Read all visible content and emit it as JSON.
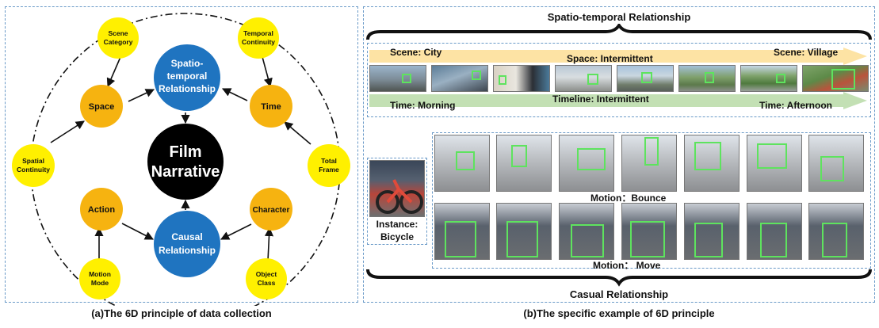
{
  "panel_a": {
    "caption": "(a)The 6D principle of data collection",
    "center": [
      "Film",
      "Narrative"
    ],
    "spatio": [
      "Spatio-",
      "temporal",
      "Relationship"
    ],
    "causal": [
      "Causal",
      "Relationship"
    ],
    "space": "Space",
    "time": "Time",
    "action": "Action",
    "character": "Character",
    "scene_category": [
      "Scene",
      "Category"
    ],
    "temporal_continuity": [
      "Temporal",
      "Continuity"
    ],
    "spatial_continuity": [
      "Spatial",
      "Continuity"
    ],
    "total_frame": [
      "Total",
      "Frame"
    ],
    "motion_mode": [
      "Motion",
      "Mode"
    ],
    "object_class": [
      "Object",
      "Class"
    ]
  },
  "panel_b": {
    "caption": "(b)The specific example of 6D principle",
    "top_title": "Spatio-temporal Relationship",
    "bottom_title": "Casual Relationship",
    "scene_city": "Scene: City",
    "space_intermittent": "Space: Intermittent",
    "scene_village": "Scene: Village",
    "time_morning": "Time: Morning",
    "timeline_intermittent": "Timeline: Intermittent",
    "time_afternoon": "Time: Afternoon",
    "instance": "Instance:",
    "instance_name": "Bicycle",
    "motion_bounce": "Motion：Bounce",
    "motion_move": "Motion：  Move"
  },
  "colors": {
    "blue": "#1f74c0",
    "orange": "#f6b310",
    "yellow": "#fff000",
    "black": "#000000",
    "space_arrow": "#fde3a4",
    "time_arrow": "#c3e0b4",
    "bbox_green": "#5ee35e"
  }
}
